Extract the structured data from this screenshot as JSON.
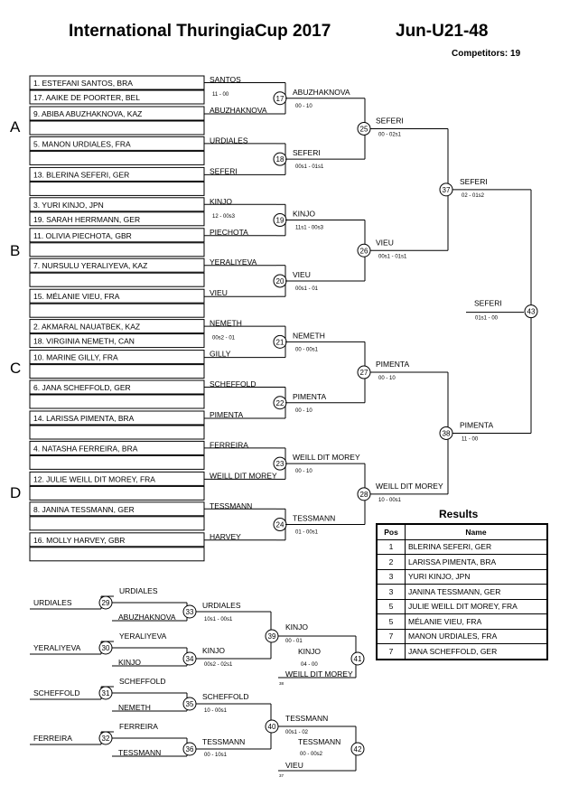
{
  "header": {
    "title": "International ThuringiaCup 2017",
    "category": "Jun-U21-48",
    "competitors_label": "Competitors:",
    "competitors_count": "19"
  },
  "pools": [
    "A",
    "B",
    "C",
    "D"
  ],
  "entries": [
    {
      "name": "1. ESTEFANI SANTOS, BRA",
      "advance": "SANTOS"
    },
    {
      "name": "17. AAIKE DE POORTER, BEL",
      "advance": "11 - 00"
    },
    {
      "name": "9. ABIBA ABUZHAKNOVA, KAZ",
      "advance": "ABUZHAKNOVA"
    },
    {
      "name": "",
      "advance": ""
    },
    {
      "name": "5. MANON URDIALES, FRA",
      "advance": "URDIALES"
    },
    {
      "name": "",
      "advance": ""
    },
    {
      "name": "13. BLERINA SEFERI, GER",
      "advance": "SEFERI"
    },
    {
      "name": "",
      "advance": ""
    },
    {
      "name": "3. YURI KINJO, JPN",
      "advance": "KINJO"
    },
    {
      "name": "19. SARAH HERRMANN, GER",
      "advance": "12 - 00s3"
    },
    {
      "name": "11. OLIVIA PIECHOTA, GBR",
      "advance": "PIECHOTA"
    },
    {
      "name": "",
      "advance": ""
    },
    {
      "name": "7. NURSULU YERALIYEVA, KAZ",
      "advance": "YERALIYEVA"
    },
    {
      "name": "",
      "advance": ""
    },
    {
      "name": "15. MÉLANIE VIEU, FRA",
      "advance": "VIEU"
    },
    {
      "name": "",
      "advance": ""
    },
    {
      "name": "2. AKMARAL NAUATBEK, KAZ",
      "advance": "NEMETH"
    },
    {
      "name": "18. VIRGINIA NEMETH, CAN",
      "advance": "00s2 - 01"
    },
    {
      "name": "10. MARINE GILLY, FRA",
      "advance": "GILLY"
    },
    {
      "name": "",
      "advance": ""
    },
    {
      "name": "6. JANA SCHEFFOLD, GER",
      "advance": "SCHEFFOLD"
    },
    {
      "name": "",
      "advance": ""
    },
    {
      "name": "14. LARISSA PIMENTA, BRA",
      "advance": "PIMENTA"
    },
    {
      "name": "",
      "advance": ""
    },
    {
      "name": "4. NATASHA FERREIRA, BRA",
      "advance": "FERREIRA"
    },
    {
      "name": "",
      "advance": ""
    },
    {
      "name": "12. JULIE WEILL DIT MOREY, FRA",
      "advance": "WEILL DIT MOREY"
    },
    {
      "name": "",
      "advance": ""
    },
    {
      "name": "8. JANINA TESSMANN, GER",
      "advance": "TESSMANN"
    },
    {
      "name": "",
      "advance": ""
    },
    {
      "name": "16. MOLLY HARVEY, GBR",
      "advance": "HARVEY"
    },
    {
      "name": "",
      "advance": ""
    }
  ],
  "r2": [
    {
      "num": "17",
      "winner": "ABUZHAKNOVA",
      "score": "00 - 10"
    },
    {
      "num": "18",
      "winner": "SEFERI",
      "score": "00s1 - 01s1"
    },
    {
      "num": "19",
      "winner": "KINJO",
      "score": "11s1 - 00s3"
    },
    {
      "num": "20",
      "winner": "VIEU",
      "score": "00s1 - 01"
    },
    {
      "num": "21",
      "winner": "NEMETH",
      "score": "00 - 00s1"
    },
    {
      "num": "22",
      "winner": "PIMENTA",
      "score": "00 - 10"
    },
    {
      "num": "23",
      "winner": "WEILL DIT MOREY",
      "score": "00 - 10"
    },
    {
      "num": "24",
      "winner": "TESSMANN",
      "score": "01 - 00s1"
    }
  ],
  "r3": [
    {
      "num": "25",
      "winner": "SEFERI",
      "score": "00 - 02s1"
    },
    {
      "num": "26",
      "winner": "VIEU",
      "score": "00s1 - 01s1"
    },
    {
      "num": "27",
      "winner": "PIMENTA",
      "score": "00 - 10"
    },
    {
      "num": "28",
      "winner": "WEILL DIT MOREY",
      "score": "10 - 00s1"
    }
  ],
  "r4": [
    {
      "num": "37",
      "winner": "SEFERI",
      "score": "02 - 01s2"
    },
    {
      "num": "38",
      "winner": "PIMENTA",
      "score": "11 - 00"
    }
  ],
  "final": {
    "num": "43",
    "winner": "SEFERI",
    "score": "01s1 - 00"
  },
  "repechage": {
    "m29": {
      "num": "29",
      "top": "URDIALES",
      "left": "URDIALES"
    },
    "m30": {
      "num": "30",
      "top": "YERALIYEVA",
      "left": "YERALIYEVA"
    },
    "m31": {
      "num": "31",
      "top": "SCHEFFOLD",
      "left": "SCHEFFOLD"
    },
    "m32": {
      "num": "32",
      "top": "FERREIRA",
      "left": "FERREIRA"
    },
    "m33": {
      "num": "33",
      "top": "URDIALES",
      "bottom": "ABUZHAKNOVA",
      "score": "10s1 - 00s1"
    },
    "m34": {
      "num": "34",
      "top": "",
      "bottom": "KINJO",
      "winner": "KINJO",
      "score": "00s2 - 02s1"
    },
    "m35": {
      "num": "35",
      "top": "SCHEFFOLD",
      "bottom": "NEMETH",
      "score": "10 - 00s1"
    },
    "m36": {
      "num": "36",
      "bottom": "TESSMANN",
      "winner": "TESSMANN",
      "score": "00 - 10s1"
    },
    "m39": {
      "num": "39",
      "winner": "KINJO",
      "score": "00 - 01"
    },
    "m40": {
      "num": "40",
      "winner": "TESSMANN",
      "score": "00s1 - 02"
    },
    "m41": {
      "num": "41",
      "top": "KINJO",
      "top_score": "04 - 00",
      "bottom": "WEILL DIT MOREY",
      "bottom_num": "38"
    },
    "m42": {
      "num": "42",
      "top": "TESSMANN",
      "top_score": "00 - 00s2",
      "bottom": "VIEU",
      "bottom_num": "37"
    }
  },
  "results": {
    "title": "Results",
    "col_pos": "Pos",
    "col_name": "Name",
    "rows": [
      {
        "pos": "1",
        "name": "BLERINA SEFERI, GER"
      },
      {
        "pos": "2",
        "name": "LARISSA  PIMENTA, BRA"
      },
      {
        "pos": "3",
        "name": "YURI KINJO, JPN"
      },
      {
        "pos": "3",
        "name": "JANINA TESSMANN, GER"
      },
      {
        "pos": "5",
        "name": "JULIE WEILL DIT MOREY, FRA"
      },
      {
        "pos": "5",
        "name": "MÉLANIE VIEU, FRA"
      },
      {
        "pos": "7",
        "name": "MANON URDIALES, FRA"
      },
      {
        "pos": "7",
        "name": "JANA SCHEFFOLD, GER"
      }
    ]
  }
}
